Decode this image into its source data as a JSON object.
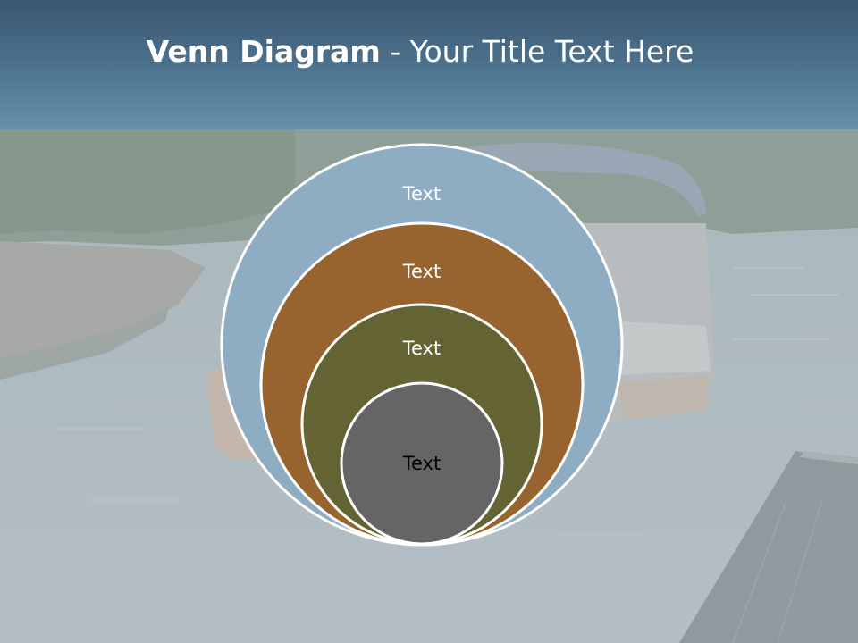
{
  "slide": {
    "title_bold": "Venn Diagram",
    "title_rest": " - Your Title Text Here"
  },
  "diagram": {
    "circles": [
      {
        "label": "Text",
        "fill": "#8fadc2",
        "text_color": "#ffffff"
      },
      {
        "label": "Text",
        "fill": "#976430",
        "text_color": "#ffffff"
      },
      {
        "label": "Text",
        "fill": "#636333",
        "text_color": "#ffffff"
      },
      {
        "label": "Text",
        "fill": "#656565",
        "text_color": "#000000"
      }
    ]
  },
  "colors": {
    "header_top": "#3a5670",
    "header_bottom": "#6690ab",
    "circle_stroke": "#ffffff"
  }
}
